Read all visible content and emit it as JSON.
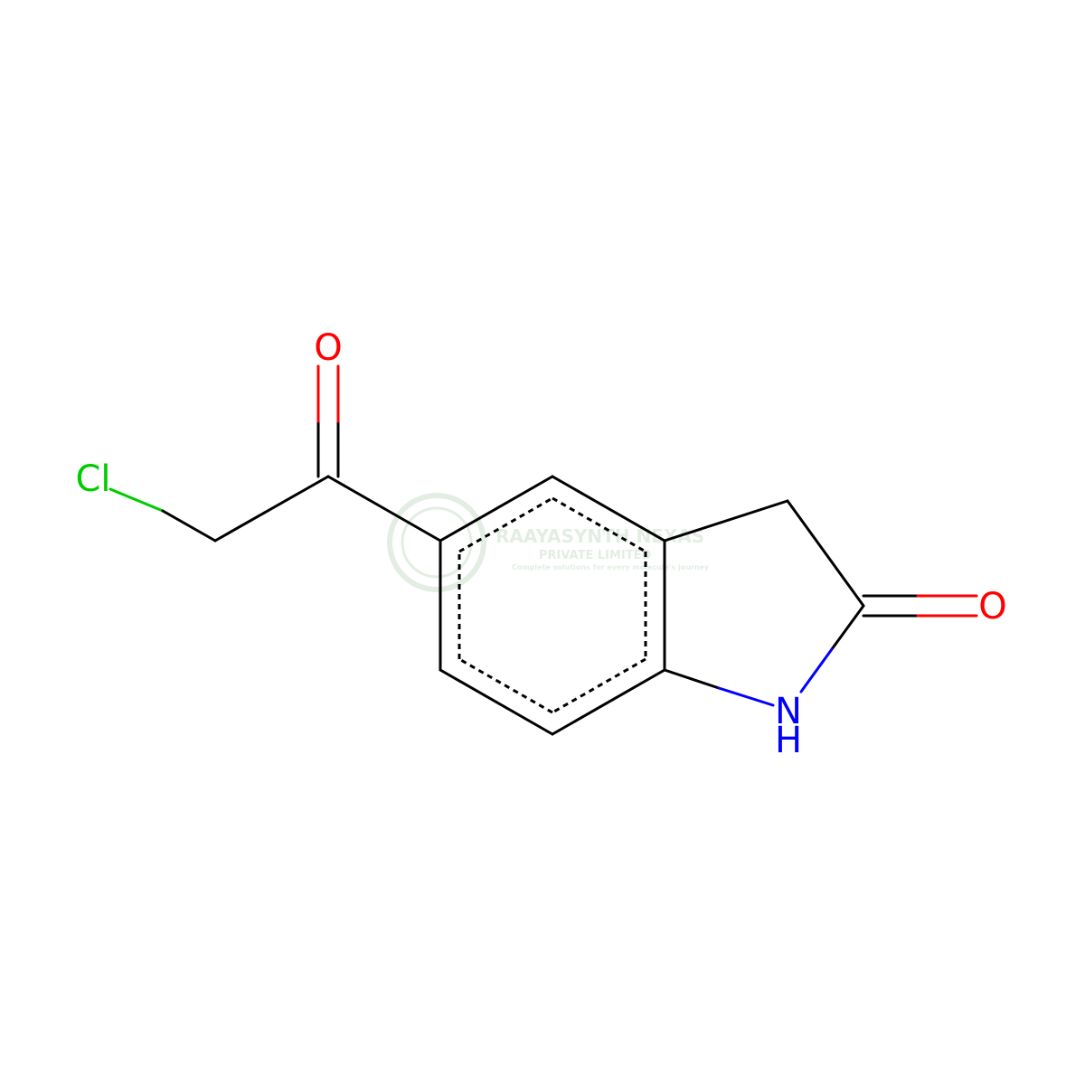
{
  "molecule": {
    "atom_labels": {
      "chlorine": "Cl",
      "ketone_oxygen": "O",
      "lactam_oxygen": "O",
      "nitrogen": "N",
      "nitrogen_hydrogen": "H"
    },
    "colors": {
      "bond": "#000000",
      "chlorine": "#00cc00",
      "oxygen": "#ff0000",
      "nitrogen": "#0000ff"
    }
  },
  "watermark": {
    "company": "RAAYASYNTH NEXAS",
    "subtitle": "PRIVATE LIMITED",
    "tagline": "Complete solutions for every molecule's journey",
    "color": "#2e7d32"
  }
}
